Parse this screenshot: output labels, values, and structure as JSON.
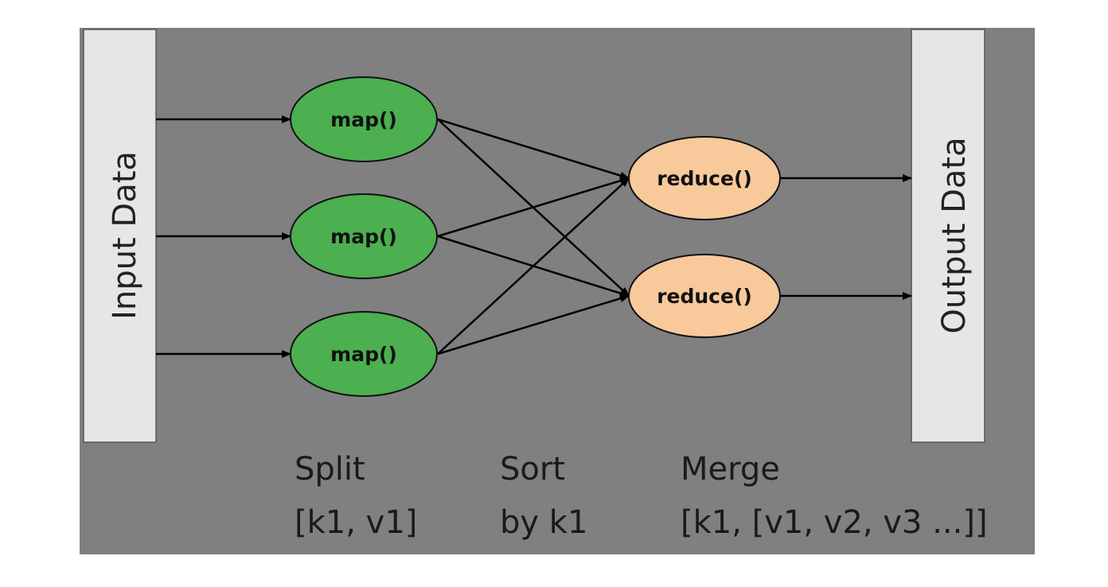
{
  "diagram": {
    "input_label": "Input Data",
    "output_label": "Output Data",
    "map_nodes": [
      {
        "label": "map()"
      },
      {
        "label": "map()"
      },
      {
        "label": "map()"
      }
    ],
    "reduce_nodes": [
      {
        "label": "reduce()"
      },
      {
        "label": "reduce()"
      }
    ],
    "edges": [
      {
        "from": "input",
        "to": "map-0"
      },
      {
        "from": "input",
        "to": "map-1"
      },
      {
        "from": "input",
        "to": "map-2"
      },
      {
        "from": "map-0",
        "to": "reduce-0"
      },
      {
        "from": "map-0",
        "to": "reduce-1"
      },
      {
        "from": "map-1",
        "to": "reduce-0"
      },
      {
        "from": "map-1",
        "to": "reduce-1"
      },
      {
        "from": "map-2",
        "to": "reduce-0"
      },
      {
        "from": "map-2",
        "to": "reduce-1"
      },
      {
        "from": "reduce-0",
        "to": "output"
      },
      {
        "from": "reduce-1",
        "to": "output"
      }
    ],
    "captions": [
      {
        "line1": "Split",
        "line2": "[k1, v1]"
      },
      {
        "line1": "Sort",
        "line2": "by k1"
      },
      {
        "line1": "Merge",
        "line2": "[k1, [v1, v2, v3 ...]]"
      }
    ],
    "colors": {
      "background": "#808080",
      "box": "#e6e6e6",
      "map_fill": "#4caf50",
      "reduce_fill": "#f8c99b",
      "stroke": "#000000"
    }
  }
}
